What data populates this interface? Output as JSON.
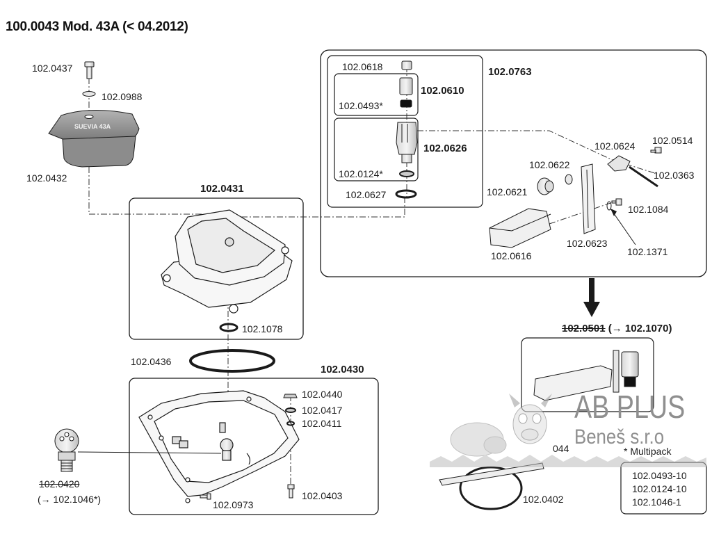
{
  "title": "100.0043 Mod. 43A (< 04.2012)",
  "cover_brand": "SUEVIA 43A",
  "groups": {
    "g431": "102.0431",
    "g430": "102.0430",
    "g763": "102.0763",
    "g610": "102.0610",
    "g626": "102.0626"
  },
  "parts": {
    "p0437": "102.0437",
    "p0988": "102.0988",
    "p0432": "102.0432",
    "p0618": "102.0618",
    "p0493": "102.0493*",
    "p0124": "102.0124*",
    "p0627": "102.0627",
    "p0624": "102.0624",
    "p0514": "102.0514",
    "p0622": "102.0622",
    "p0363": "102.0363",
    "p0621": "102.0621",
    "p1084": "102.1084",
    "p0616": "102.0616",
    "p0623": "102.0623",
    "p1371": "102.1371",
    "p1078": "102.1078",
    "p0436": "102.0436",
    "p0440": "102.0440",
    "p0417": "102.0417",
    "p0411": "102.0411",
    "p0420": "102.0420",
    "p1046": "(→ 102.1046*)",
    "p0973": "102.0973",
    "p0403": "102.0403",
    "p0402": "102.0402",
    "p044": "044"
  },
  "replacement": {
    "old": "102.0501",
    "new": "(→ 102.1070)"
  },
  "multipack": {
    "title": "* Multipack",
    "items": [
      "102.0493-10",
      "102.0124-10",
      "102.1046-1"
    ]
  },
  "watermark": {
    "line1": "AB PLUS",
    "line2": "Beneš s.r.o"
  },
  "colors": {
    "line": "#1a1a1a",
    "part_fill": "#e6e6e6",
    "cover_fill": "#9a9a9a",
    "watermark": "#8f8f8f"
  }
}
